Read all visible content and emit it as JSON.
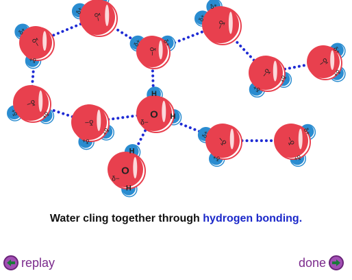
{
  "diagram": {
    "colors": {
      "oxygen": "#e8404e",
      "oxygen_highlight": "#ffffff",
      "hydrogen": "#2a8cd0",
      "bond": "#1e2bd4",
      "label": "#222222"
    },
    "labels": {
      "delta_minus": "δ−",
      "delta_plus": "δ+",
      "oxygen_symbol": "O",
      "hydrogen_symbol": "H"
    }
  },
  "caption": {
    "text": "Water cling together through ",
    "highlight": "hydrogen bonding."
  },
  "navigation": {
    "replay_label": "replay",
    "done_label": "done"
  }
}
